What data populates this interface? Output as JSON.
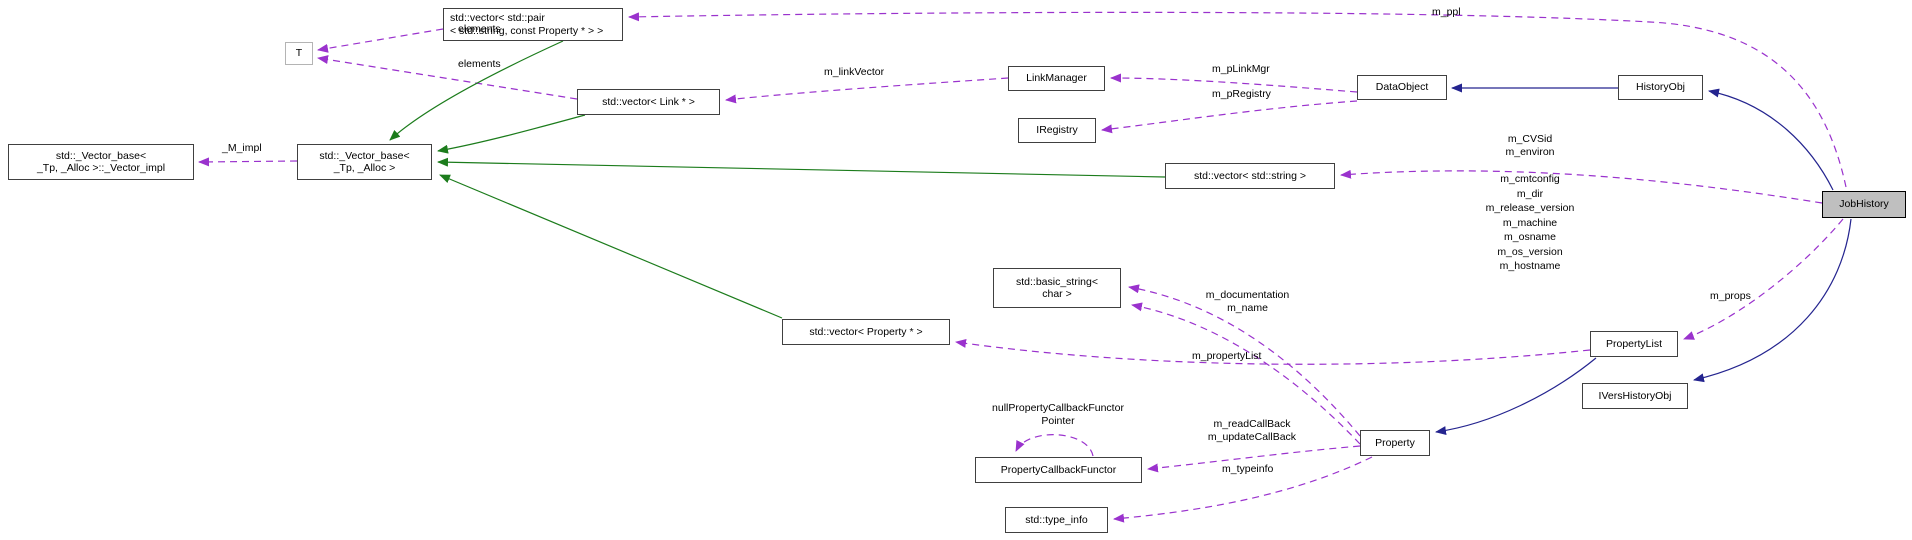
{
  "diagram": {
    "kind": "collaboration-graph",
    "focus_class": "JobHistory",
    "nodes": {
      "t": "T",
      "vector_pair": "std::vector< std::pair\n< std::string, const Property * > >",
      "vector_impl": "std::_Vector_base<\n_Tp, _Alloc >::_Vector_impl",
      "vector_base": "std::_Vector_base<\n_Tp, _Alloc >",
      "vector_link": "std::vector< Link * >",
      "link_manager": "LinkManager",
      "iregistry": "IRegistry",
      "data_object": "DataObject",
      "history_obj": "HistoryObj",
      "job_history": "JobHistory",
      "vector_string": "std::vector< std::string >",
      "basic_string": "std::basic_string<\nchar >",
      "vector_property": "std::vector< Property * >",
      "property_list": "PropertyList",
      "ivers_history_obj": "IVersHistoryObj",
      "property": "Property",
      "property_callback_functor": "PropertyCallbackFunctor",
      "type_info": "std::type_info"
    },
    "edge_labels": {
      "elements_top": "elements",
      "elements_bottom": "elements",
      "m_impl": "_M_impl",
      "m_linkVector": "m_linkVector",
      "m_pLinkMgr": "m_pLinkMgr",
      "m_pRegistry": "m_pRegistry",
      "m_ppl": "m_ppl",
      "string_members_a": "m_CVSid\nm_environ",
      "string_members_b": "m_cmtconfig\nm_dir\nm_release_version\nm_machine\nm_osname\nm_os_version\nm_hostname",
      "m_props": "m_props",
      "doc_members": "m_documentation\nm_name",
      "m_propertyList": "m_propertyList",
      "callback_members": "m_readCallBack\nm_updateCallBack",
      "m_typeinfo": "m_typeinfo",
      "null_functor": "nullPropertyCallbackFunctor\nPointer"
    },
    "colors": {
      "usage_edge": "#9a32cd",
      "template_inherit_edge": "#1c7c1c",
      "inheritance_edge": "#24248f",
      "focus_fill": "#bfbfbf",
      "node_border": "#404040"
    }
  }
}
